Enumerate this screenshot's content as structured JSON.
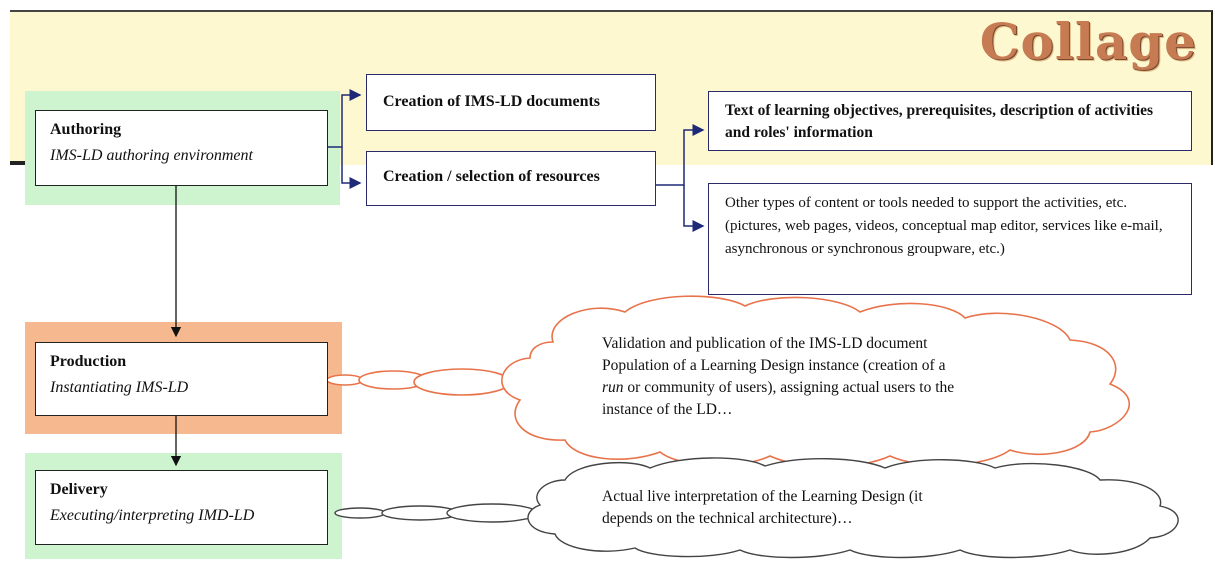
{
  "logo": {
    "text": "Collage"
  },
  "stages": {
    "authoring": {
      "title": "Authoring",
      "subtitle": "IMS-LD authoring environment"
    },
    "production": {
      "title": "Production",
      "subtitle": "Instantiating IMS-LD"
    },
    "delivery": {
      "title": "Delivery",
      "subtitle": "Executing/interpreting IMD-LD"
    }
  },
  "boxes": {
    "creation_docs": "Creation of IMS-LD documents",
    "creation_resources": "Creation / selection of resources",
    "text_objectives": "Text of learning objectives, prerequisites, description of activities and roles' information",
    "other_types": "Other types of content or tools needed to support the activities, etc. (pictures, web pages, videos, conceptual map editor, services like e-mail, asynchronous or synchronous groupware, etc.)"
  },
  "clouds": {
    "production_line1": "Validation and publication of the IMS-LD document",
    "production_line2": "Population of a Learning Design instance (creation of a",
    "production_line3_italic": "run",
    "production_line3_rest": " or community of users), assigning actual users to the",
    "production_line4": "instance of the LD…",
    "delivery_line1": "Actual live interpretation of the Learning Design (it",
    "delivery_line2": "depends on the technical architecture)…"
  },
  "colors": {
    "banner": "#fdf8cf",
    "green_highlight": "#cdf3cf",
    "orange_highlight": "#f6b98f",
    "arrow_blue": "#1e2a78",
    "cloud_orange": "#e8734a",
    "cloud_dark": "#444444"
  }
}
